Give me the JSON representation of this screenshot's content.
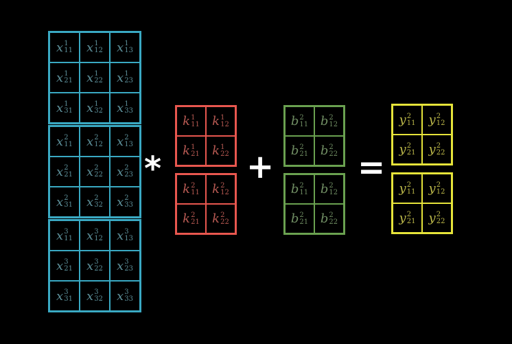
{
  "operators": {
    "multiply": "*",
    "plus": "+",
    "equals": "="
  },
  "colors": {
    "x": "#3aa9c3",
    "k": "#e8574f",
    "b": "#6aa150",
    "y": "#e6e43a",
    "background": "#000000"
  },
  "x_channels": [
    {
      "base": "x",
      "sup": "1",
      "subs": [
        "11",
        "12",
        "13",
        "21",
        "22",
        "23",
        "31",
        "32",
        "33"
      ]
    },
    {
      "base": "x",
      "sup": "2",
      "subs": [
        "11",
        "12",
        "13",
        "21",
        "22",
        "23",
        "31",
        "32",
        "33"
      ]
    },
    {
      "base": "x",
      "sup": "3",
      "subs": [
        "11",
        "12",
        "13",
        "21",
        "22",
        "23",
        "31",
        "32",
        "33"
      ]
    }
  ],
  "k_channels": [
    {
      "base": "k",
      "sup": "1",
      "subs": [
        "11",
        "12",
        "21",
        "22"
      ]
    },
    {
      "base": "k",
      "sup": "2",
      "subs": [
        "11",
        "12",
        "21",
        "22"
      ]
    }
  ],
  "b_channels": [
    {
      "base": "b",
      "sup": "2",
      "subs": [
        "11",
        "12",
        "21",
        "22"
      ]
    },
    {
      "base": "b",
      "sup": "2",
      "subs": [
        "11",
        "12",
        "21",
        "22"
      ]
    }
  ],
  "y_channels": [
    {
      "base": "y",
      "sup": "2",
      "subs": [
        "11",
        "12",
        "21",
        "22"
      ]
    },
    {
      "base": "y",
      "sup": "2",
      "subs": [
        "11",
        "12",
        "21",
        "22"
      ]
    }
  ]
}
